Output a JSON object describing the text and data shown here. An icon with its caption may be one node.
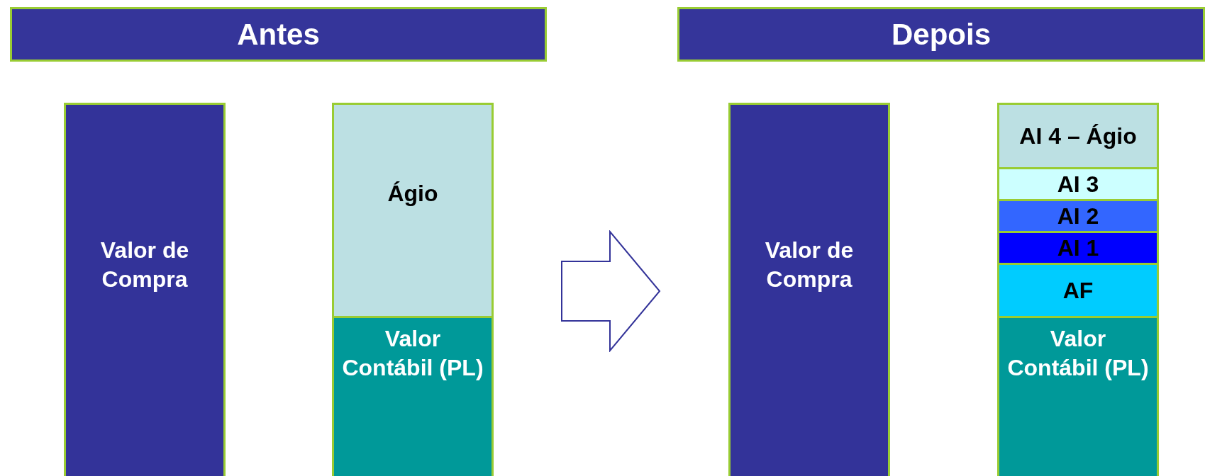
{
  "diagram": {
    "nodes": [
      {
        "text": [
          "Antes"
        ]
      },
      {
        "text": [
          "Depois"
        ]
      },
      {
        "text": [
          "Valor de Compra"
        ]
      },
      {
        "text": [
          "Ágio"
        ]
      },
      {
        "text": [
          "Valor Contábil (PL)"
        ]
      },
      {
        "text": [],
        "shape": "arrow"
      },
      {
        "text": [
          "Valor de Compra"
        ]
      },
      {
        "text": [
          "AI 4 – Ágio"
        ]
      },
      {
        "text": [
          "AI 3"
        ]
      },
      {
        "text": [
          "AI 2"
        ]
      },
      {
        "text": [
          "AI 1"
        ]
      },
      {
        "text": [
          "AF"
        ]
      },
      {
        "text": [
          "Valor Contábil (PL)"
        ]
      }
    ]
  }
}
